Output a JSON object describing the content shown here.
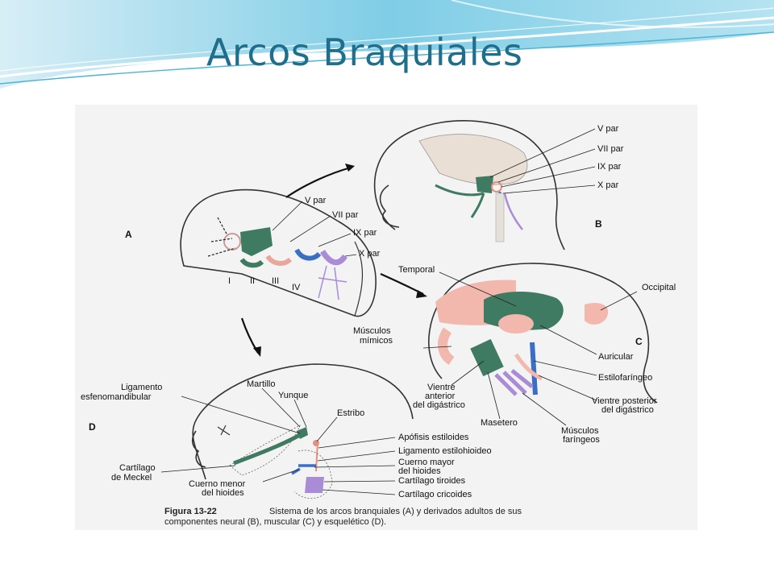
{
  "slide": {
    "title": "Arcos Braquiales"
  },
  "colors": {
    "nerve_green": "#3f7a63",
    "muscle_pink": "#f2b8ae",
    "blue": "#3b6fc4",
    "purple": "#a98bd6",
    "title": "#1f6e8c"
  },
  "panels": {
    "A": {
      "letter": "A",
      "nerves": [
        "V par",
        "VII par",
        "IX par",
        "X par"
      ],
      "arches": [
        "I",
        "II",
        "III",
        "IV"
      ]
    },
    "B": {
      "letter": "B",
      "nerves": [
        "V par",
        "VII par",
        "IX par",
        "X par"
      ]
    },
    "C": {
      "letter": "C",
      "labels": {
        "temporal": "Temporal",
        "occipital": "Occipital",
        "musculos_mimicos": [
          "Músculos",
          "mímicos"
        ],
        "auricular": "Auricular",
        "estilofaringeo": "Estilofaríngeo",
        "vientre_anterior": [
          "Vientre",
          "anterior",
          "del digástrico"
        ],
        "vientre_posterior": [
          "Vientre posterior",
          "del digástrico"
        ],
        "masetero": "Masetero",
        "musculos_faringeos": [
          "Músculos",
          "faríngeos"
        ]
      }
    },
    "D": {
      "letter": "D",
      "labels": {
        "ligamento_esfeno": [
          "Ligamento",
          "esfenomandibular"
        ],
        "martillo": "Martillo",
        "yunque": "Yunque",
        "estribo": "Estribo",
        "apofisis": "Apófisis estiloides",
        "lig_estilohioideo": "Ligamento estilohioideo",
        "cuerno_mayor": [
          "Cuerno mayor",
          "del hioides"
        ],
        "cart_tiroides": "Cartílago tiroides",
        "cart_cricoides": "Cartílago cricoides",
        "cart_meckel": [
          "Cartílago",
          "de Meckel"
        ],
        "cuerno_menor": [
          "Cuerno menor",
          "del hioides"
        ]
      }
    }
  },
  "caption": {
    "label": "Figura 13-22",
    "line1": "Sistema de los arcos branquiales (A) y derivados adultos de sus",
    "line2": "componentes neural (B), muscular (C) y esquelético (D)."
  }
}
